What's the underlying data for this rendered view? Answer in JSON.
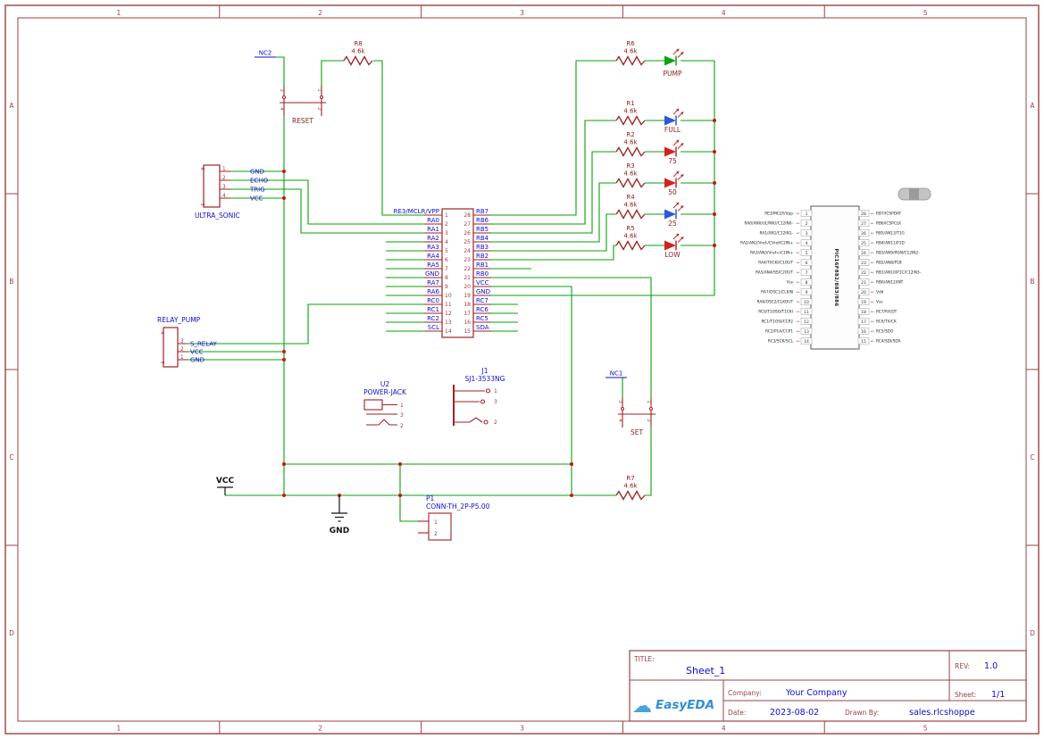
{
  "frame": {
    "columns": [
      "1",
      "2",
      "3",
      "4",
      "5"
    ],
    "rows": [
      "A",
      "B",
      "C",
      "D"
    ]
  },
  "colors": {
    "frame": "#9a4343",
    "symbol": "#9c2222",
    "pin_number": "#9c3b3b",
    "wire": "#0aa00a",
    "junction": "#c81414",
    "net_label": "#0d0dd6",
    "annotation": "#8c2020",
    "black": "#141414",
    "led_green": "#15a015",
    "led_blue": "#2b59d8",
    "led_red": "#d42020",
    "logo_blue": "#2f8fd6"
  },
  "main_ic": {
    "left_pins": [
      {
        "num": "1",
        "name": "RE3/MCLR/VPP"
      },
      {
        "num": "2",
        "name": "RA0"
      },
      {
        "num": "3",
        "name": "RA1"
      },
      {
        "num": "4",
        "name": "RA2"
      },
      {
        "num": "5",
        "name": "RA3"
      },
      {
        "num": "6",
        "name": "RA4"
      },
      {
        "num": "7",
        "name": "RA5"
      },
      {
        "num": "8",
        "name": "GND"
      },
      {
        "num": "9",
        "name": "RA7"
      },
      {
        "num": "10",
        "name": "RA6"
      },
      {
        "num": "11",
        "name": "RC0"
      },
      {
        "num": "12",
        "name": "RC1"
      },
      {
        "num": "13",
        "name": "RC2"
      },
      {
        "num": "14",
        "name": "SCL"
      }
    ],
    "right_pins": [
      {
        "num": "28",
        "name": "RB7"
      },
      {
        "num": "27",
        "name": "RB6"
      },
      {
        "num": "26",
        "name": "RB5"
      },
      {
        "num": "25",
        "name": "RB4"
      },
      {
        "num": "24",
        "name": "RB3"
      },
      {
        "num": "23",
        "name": "RB2"
      },
      {
        "num": "22",
        "name": "RB1"
      },
      {
        "num": "21",
        "name": "RB0"
      },
      {
        "num": "20",
        "name": "VCC"
      },
      {
        "num": "19",
        "name": "GND"
      },
      {
        "num": "18",
        "name": "RC7"
      },
      {
        "num": "17",
        "name": "RC6"
      },
      {
        "num": "16",
        "name": "RC5"
      },
      {
        "num": "15",
        "name": "SDA"
      }
    ]
  },
  "preview_ic": {
    "part": "PIC16F882/883/886",
    "left": [
      {
        "num": "1",
        "label": "RE3/MCLR/Vpp"
      },
      {
        "num": "2",
        "label": "RA0/AN0/ULPWU/C12IN0-"
      },
      {
        "num": "3",
        "label": "RA1/AN1/C12IN1-"
      },
      {
        "num": "4",
        "label": "RA2/AN2/Vref-/CVref/C2IN+"
      },
      {
        "num": "5",
        "label": "RA3/AN3/Vref+/C1IN+"
      },
      {
        "num": "6",
        "label": "RA4/T0CKI/C1OUT"
      },
      {
        "num": "7",
        "label": "RA5/AN4/SS/C2OUT"
      },
      {
        "num": "8",
        "label": "Vss"
      },
      {
        "num": "9",
        "label": "RA7/OSC1/CLKIN"
      },
      {
        "num": "10",
        "label": "RA6/OSC2/CLKOUT"
      },
      {
        "num": "11",
        "label": "RC0/T1OSO/T1CKI"
      },
      {
        "num": "12",
        "label": "RC1/T1OSI/CCP2"
      },
      {
        "num": "13",
        "label": "RC2/P1A/CCP1"
      },
      {
        "num": "14",
        "label": "RC3/SCK/SCL"
      }
    ],
    "right": [
      {
        "num": "28",
        "label": "RB7/ICSPDAT"
      },
      {
        "num": "27",
        "label": "RB6/ICSPCLK"
      },
      {
        "num": "26",
        "label": "RB5/AN13/T1G"
      },
      {
        "num": "25",
        "label": "RB4/AN11/P1D"
      },
      {
        "num": "24",
        "label": "RB3/AN9/PGM/C12IN2-"
      },
      {
        "num": "23",
        "label": "RB2/AN8/P1B"
      },
      {
        "num": "22",
        "label": "RB1/AN10/P1C/C12IN3-"
      },
      {
        "num": "21",
        "label": "RB0/AN12/INT"
      },
      {
        "num": "20",
        "label": "Vdd"
      },
      {
        "num": "19",
        "label": "Vss"
      },
      {
        "num": "18",
        "label": "RC7/RX/DT"
      },
      {
        "num": "17",
        "label": "RC6/TX/CK"
      },
      {
        "num": "16",
        "label": "RC5/SDO"
      },
      {
        "num": "15",
        "label": "RC4/SDI/SDA"
      }
    ]
  },
  "resistors": [
    {
      "ref": "R8",
      "value": "4.6k"
    },
    {
      "ref": "R6",
      "value": "4.6k"
    },
    {
      "ref": "R1",
      "value": "4.6k"
    },
    {
      "ref": "R2",
      "value": "4.6k"
    },
    {
      "ref": "R3",
      "value": "4.6k"
    },
    {
      "ref": "R4",
      "value": "4.6k"
    },
    {
      "ref": "R5",
      "value": "4.6k"
    },
    {
      "ref": "R7",
      "value": "4.6k"
    }
  ],
  "leds": [
    {
      "name": "PUMP",
      "color": "green"
    },
    {
      "name": "FULL",
      "color": "blue"
    },
    {
      "name": "75",
      "color": "red"
    },
    {
      "name": "50",
      "color": "red"
    },
    {
      "name": "25",
      "color": "blue"
    },
    {
      "name": "LOW",
      "color": "red"
    }
  ],
  "connectors": {
    "ultrasonic": {
      "name": "ULTRA_SONIC",
      "pins": [
        {
          "num": "1",
          "net": "GND"
        },
        {
          "num": "2",
          "net": "ECHO"
        },
        {
          "num": "3",
          "net": "TRIG"
        },
        {
          "num": "4",
          "net": "VCC"
        }
      ],
      "side_pins": [
        "6",
        "5"
      ]
    },
    "relay": {
      "name": "RELAY_PUMP",
      "pins": [
        {
          "num": "3",
          "net": "S_RELAY"
        },
        {
          "num": "2",
          "net": "VCC"
        },
        {
          "num": "1",
          "net": "GND"
        }
      ],
      "side_pins": [
        "4",
        "5"
      ]
    }
  },
  "buttons": {
    "reset": {
      "name": "RESET",
      "nc": "NC2",
      "pin_numbers": [
        "3",
        "1",
        "4",
        "2"
      ]
    },
    "set": {
      "name": "SET",
      "nc": "NC1",
      "pin_numbers": [
        "3",
        "1",
        "4",
        "2"
      ]
    }
  },
  "jacks": {
    "u2": {
      "ref": "U2",
      "name": "POWER-JACK",
      "pins": [
        "1",
        "3",
        "2"
      ]
    },
    "j1": {
      "ref": "J1",
      "name": "SJ1-3533NG",
      "pins": [
        "1",
        "3",
        "2"
      ]
    },
    "p1": {
      "ref": "P1",
      "name": "CONN-TH_2P-P5.00",
      "pins": [
        "1",
        "2"
      ]
    }
  },
  "power": {
    "vcc": "VCC",
    "gnd": "GND"
  },
  "icons": {
    "cloud": "☁"
  },
  "title_block": {
    "title_label": "TITLE:",
    "title": "Sheet_1",
    "rev_label": "REV:",
    "rev": "1.0",
    "company_label": "Company:",
    "company": "Your Company",
    "sheet_label": "Sheet:",
    "sheet": "1/1",
    "date_label": "Date:",
    "date": "2023-08-02",
    "drawn_by_label": "Drawn By:",
    "drawn_by": "sales.rlcshoppe",
    "logo": "EasyEDA"
  }
}
